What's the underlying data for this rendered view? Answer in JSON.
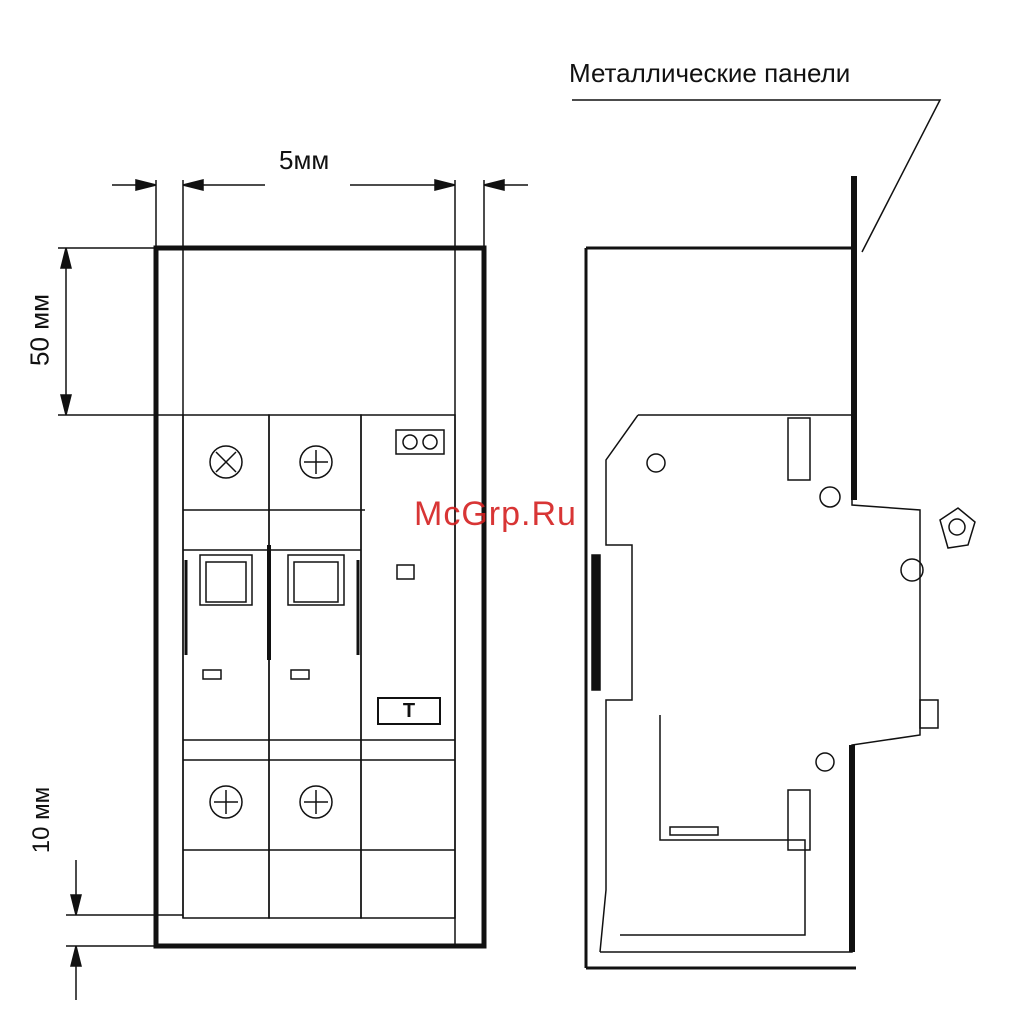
{
  "labels": {
    "panels": "Металлические панели",
    "width_gap": "5мм",
    "top_gap": "50 мм",
    "bottom_gap": "10 мм",
    "test_button": "T",
    "watermark": "McGrp.Ru"
  },
  "colors": {
    "line": "#111111",
    "watermark": "#d42020",
    "background": "#ffffff"
  }
}
